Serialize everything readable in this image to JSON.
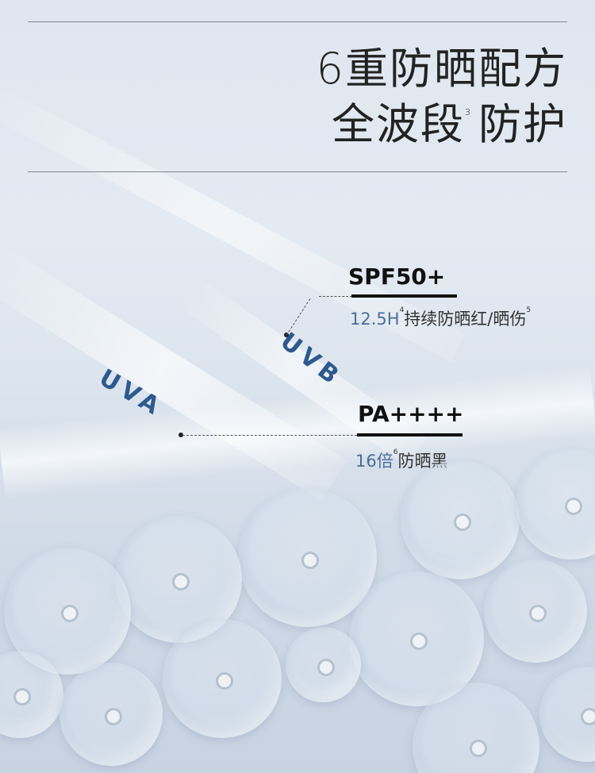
{
  "headline": {
    "line1": "6重防晒配方",
    "line2_main": "全波段",
    "line2_sup": "3",
    "line2_end": "防护"
  },
  "bands": {
    "uva": "UVA",
    "uvb": "UVB"
  },
  "spf": {
    "label": "SPF50+",
    "num": "12.5H",
    "sup1": "4",
    "text": "持续防晒红/晒伤",
    "sup2": "5"
  },
  "pa": {
    "label": "PA++++",
    "num": "16倍",
    "sup": "6",
    "text": "防晒黑"
  },
  "colors": {
    "accent": "#2c5a8e",
    "text": "#222222"
  }
}
